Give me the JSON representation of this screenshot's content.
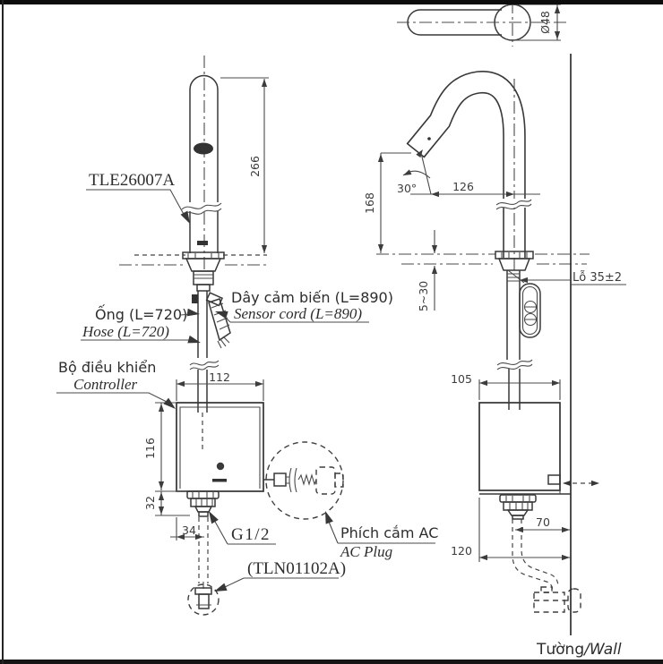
{
  "drawing": {
    "product_label": "TLE26007A",
    "valve_label": "(TLN01102A)",
    "thread_label": "G1/2",
    "hole_label": "Lỗ 35±2",
    "labels": {
      "hose_vi": "Ống (L=720)",
      "hose_en": "Hose (L=720)",
      "sensor_vi": "Dây cảm biến (L=890)",
      "sensor_en": "Sensor cord (L=890)",
      "controller_vi": "Bộ điều khiển",
      "controller_en": "Controller",
      "plug_vi": "Phích cắm AC",
      "plug_en": "AC Plug",
      "wall_vi": "Tường",
      "wall_sep": "/",
      "wall_en": "Wall"
    },
    "dims": {
      "spout_front_height": "266",
      "controller_width": "112",
      "controller_height": "116",
      "controller_base": "32",
      "controller_offset": "34",
      "spout_side_height": "168",
      "spout_angle": "30°",
      "spout_reach": "126",
      "deck_thickness_range": "5~30",
      "spout_diameter": "Ø48",
      "controller_depth": "105",
      "hose_wall_offset": "70",
      "controller_wall_offset": "120"
    },
    "colors": {
      "line": "#383838",
      "frame_bar": "#0d0d0d",
      "background": "#ffffff"
    }
  }
}
